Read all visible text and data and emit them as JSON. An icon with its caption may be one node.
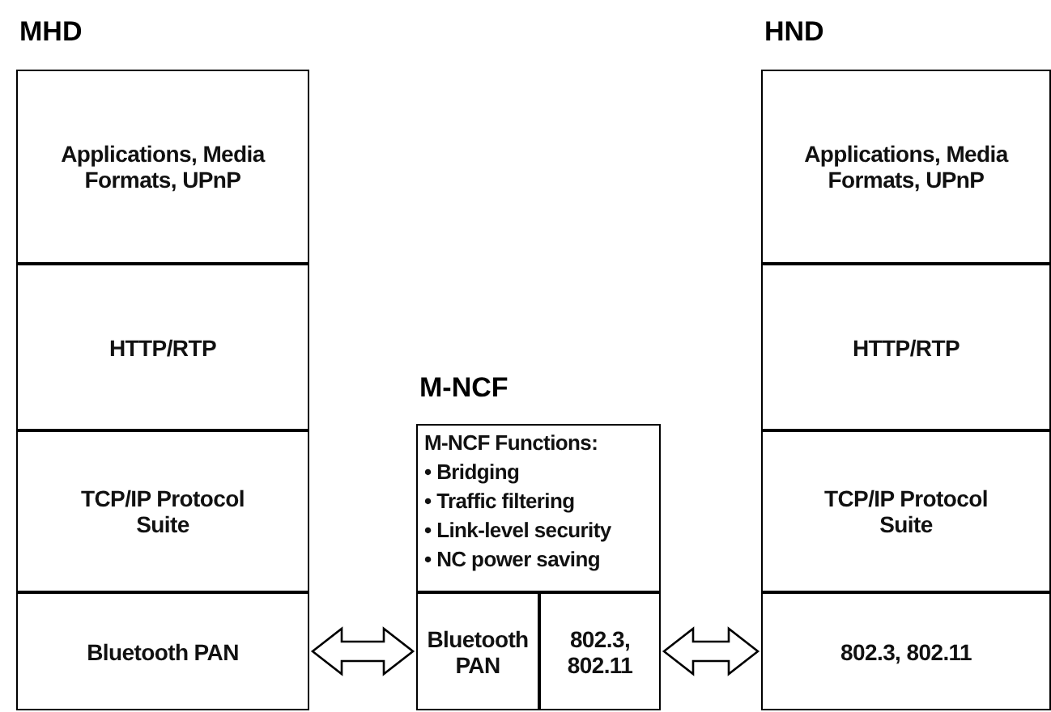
{
  "diagram": {
    "nodes": [
      {
        "text": [
          "MHD"
        ]
      },
      {
        "text": [
          "Applications, Media Formats, UPnP"
        ],
        "in": 0
      },
      {
        "text": [
          "HTTP/RTP"
        ],
        "in": 0
      },
      {
        "text": [
          "TCP/IP Protocol Suite"
        ],
        "in": 0
      },
      {
        "text": [
          "Bluetooth PAN"
        ],
        "in": 0
      },
      {
        "text": [
          "HND"
        ]
      },
      {
        "text": [
          "Applications, Media Formats, UPnP"
        ],
        "in": 5
      },
      {
        "text": [
          "HTTP/RTP"
        ],
        "in": 5
      },
      {
        "text": [
          "TCP/IP Protocol Suite"
        ],
        "in": 5
      },
      {
        "text": [
          "802.3, 802.11"
        ],
        "in": 5
      },
      {
        "text": [
          "M-NCF"
        ]
      },
      {
        "text": [
          "M-NCF Functions:",
          "• Bridging",
          "• Traffic filtering",
          "• Link-level security",
          "• NC power saving"
        ],
        "in": 10
      },
      {
        "text": [
          "Bluetooth PAN"
        ],
        "in": 10
      },
      {
        "text": [
          "802.3, 802.11"
        ],
        "in": 10
      }
    ],
    "edges": [
      {
        "from": 4,
        "to": 12,
        "arrow": "both"
      },
      {
        "from": 13,
        "to": 9,
        "arrow": "both"
      }
    ]
  }
}
